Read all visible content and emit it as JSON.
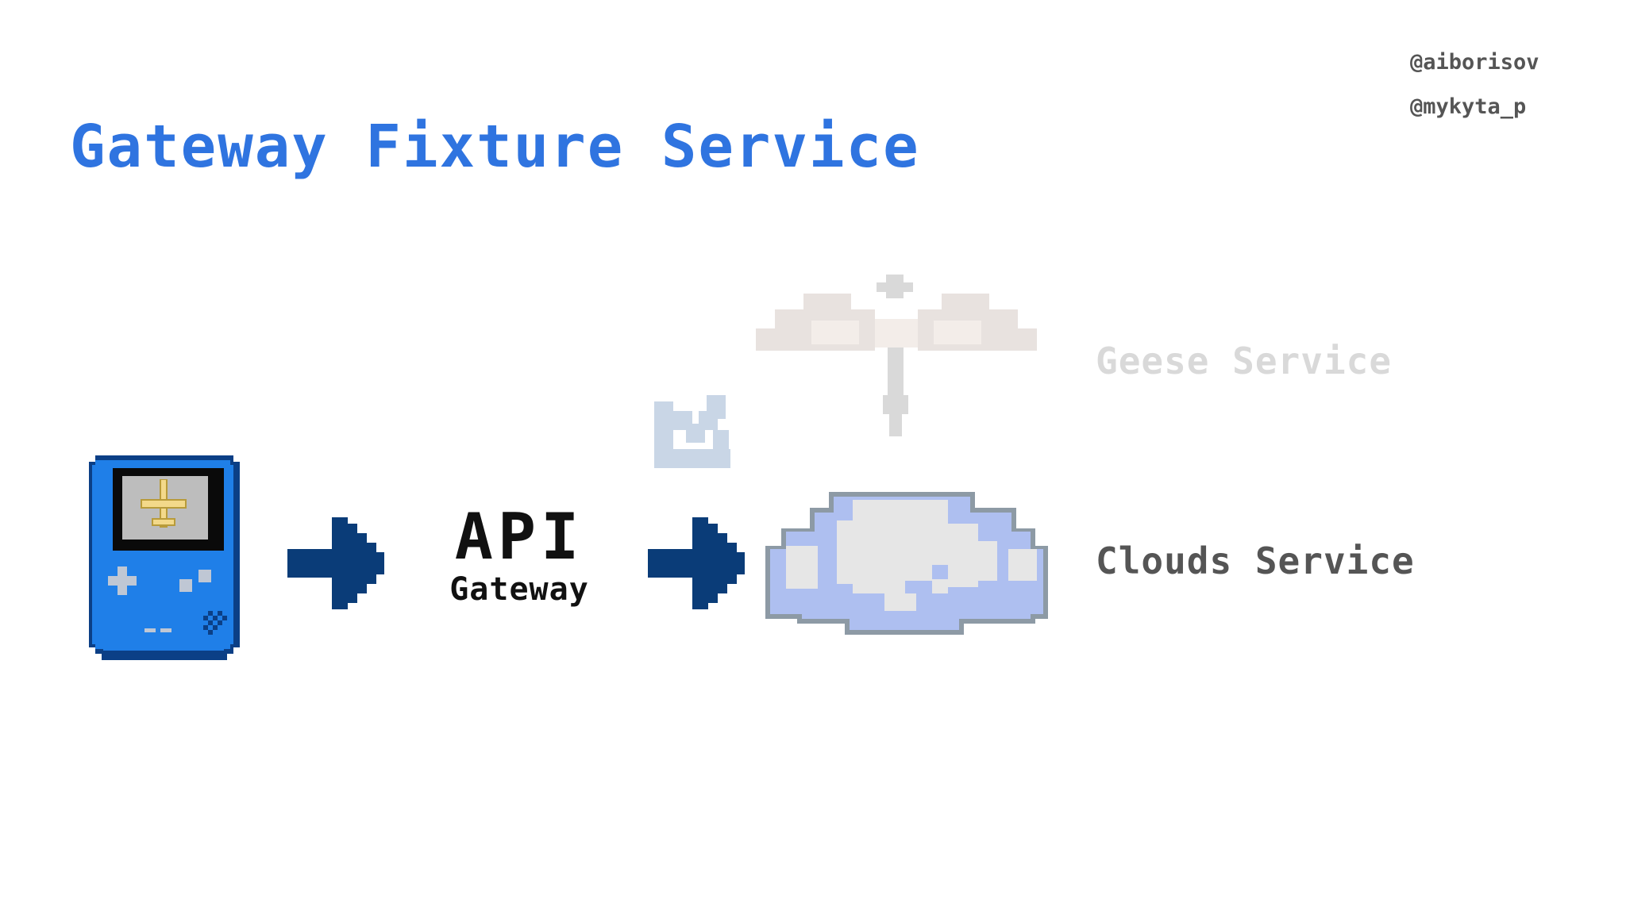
{
  "title": "Gateway Fixture Service",
  "handles": [
    "@aiborisov",
    "@mykyta_p"
  ],
  "gateway": {
    "title": "API",
    "subtitle": "Gateway"
  },
  "services": {
    "geese": "Geese Service",
    "clouds": "Clouds Service"
  },
  "colors": {
    "title": "#2f74e0",
    "arrow": "#0a3c78",
    "faded_arrow": "#c9d6e6",
    "device": "#1f7fe8",
    "cloud_fill": "#aebff0",
    "cloud_light": "#e6e6e6",
    "muted_text": "#555555",
    "faded_text": "#d9d9d9"
  },
  "icons": [
    "handheld-device-icon",
    "airplane-icon",
    "arrow-right-icon",
    "cloud-icon",
    "goose-icon",
    "arrow-down-left-icon"
  ]
}
